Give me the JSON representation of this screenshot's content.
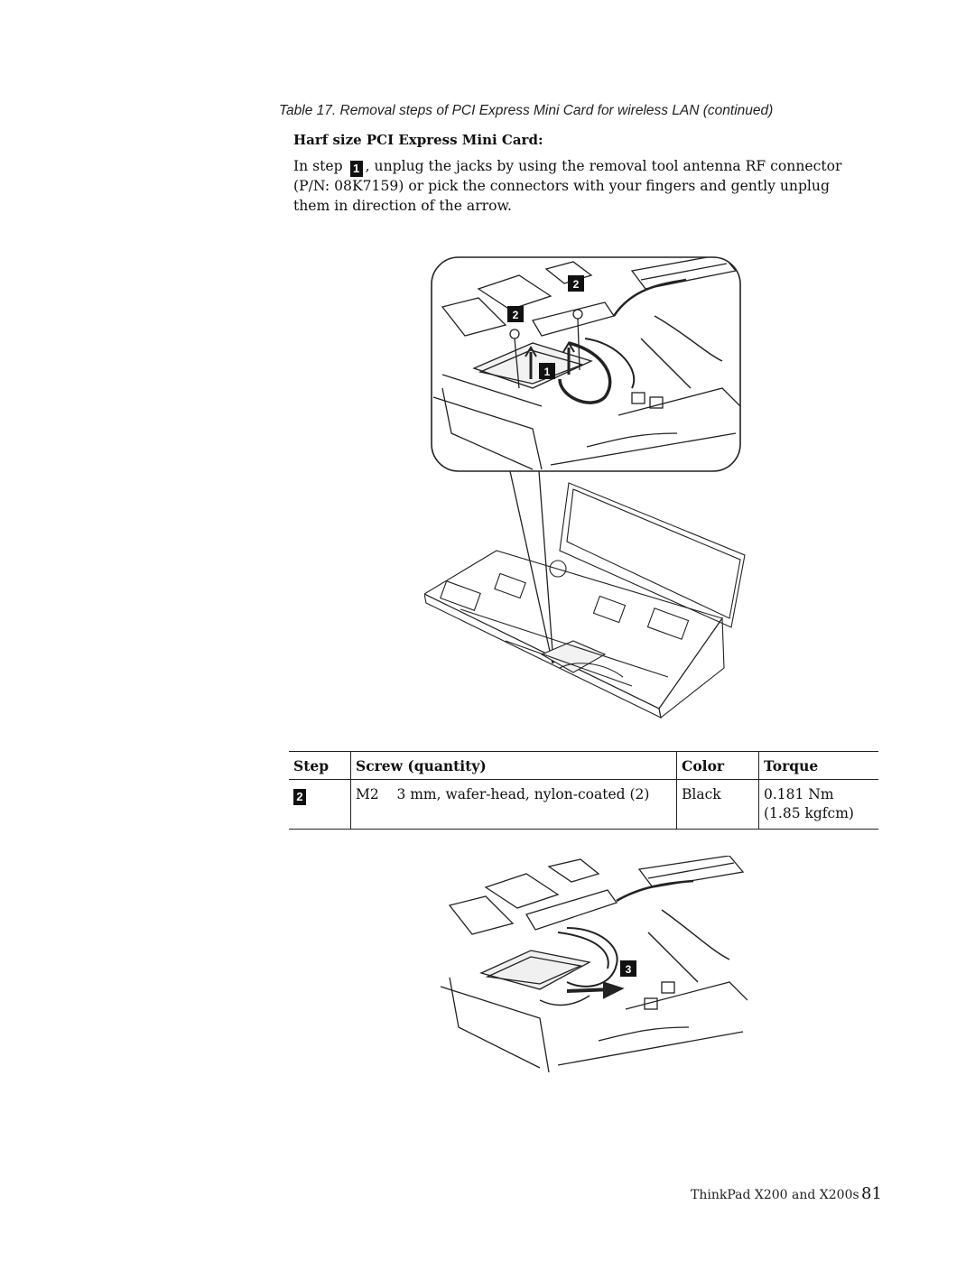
{
  "caption": "Table 17. Removal steps of PCI Express Mini Card for wireless LAN  (continued)",
  "heading": "Harf size PCI Express Mini Card:",
  "instruction": {
    "before_badge": "In step ",
    "badge": "1",
    "after_badge": ", unplug the jacks by using the removal tool antenna RF connector (P/N: 08K7159) or pick the connectors with your fingers and gently unplug them in direction of the arrow."
  },
  "figure1": {
    "callouts": [
      "1",
      "2",
      "2"
    ]
  },
  "screw_table": {
    "headers": {
      "step": "Step",
      "screw": "Screw (quantity)",
      "color": "Color",
      "torque": "Torque"
    },
    "row": {
      "step": "2",
      "screw": "M2    3 mm, wafer-head, nylon-coated (2)",
      "color": "Black",
      "torque_line1": "0.181 Nm",
      "torque_line2": "(1.85 kgfcm)"
    }
  },
  "figure2": {
    "callout": "3"
  },
  "footer": {
    "title": "ThinkPad X200 and X200s",
    "page": "81"
  }
}
